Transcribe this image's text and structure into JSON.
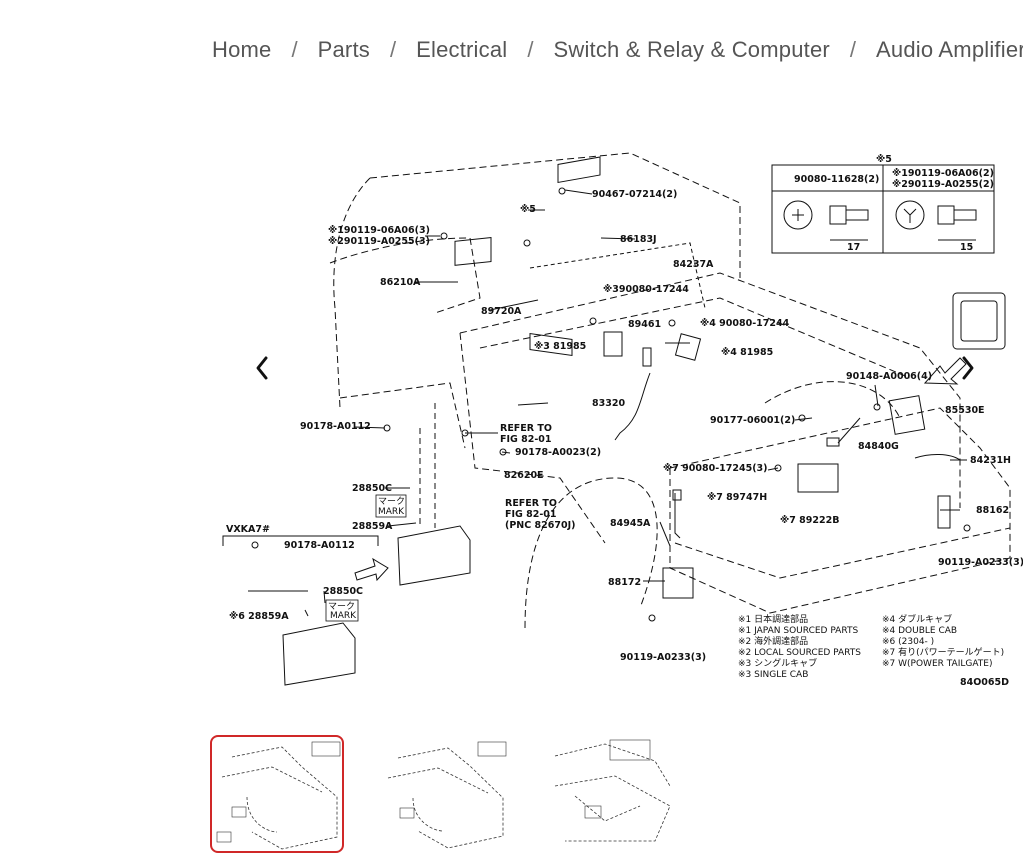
{
  "breadcrumb": {
    "items": [
      "Home",
      "Parts",
      "Electrical",
      "Switch & Relay & Computer",
      "Audio Amplifier"
    ],
    "separator": "/"
  },
  "diagram": {
    "diagram_code": "84O065D",
    "variant_label": "VXKA7#",
    "refer_to_1": [
      "REFER TO",
      "FIG 82-01"
    ],
    "refer_to_2": [
      "REFER TO",
      "FIG 82-01",
      "(PNC 82670J)"
    ],
    "mark_jp": "マーク",
    "mark_en": "MARK",
    "parts": {
      "p1": "90467-07214(2)",
      "p2": "※5",
      "p3": "86183J",
      "p4": "※190119-06A06(3)",
      "p5": "※290119-A0255(3)",
      "p6": "86210A",
      "p7": "89720A",
      "p8": "84237A",
      "p9": "※390080-17244",
      "p10": "89461",
      "p11": "※4 90080-17244",
      "p12": "※3 81985",
      "p13": "※4 81985",
      "p14": "83320",
      "p15": "90148-A0006(4)",
      "p16": "85530E",
      "p17": "90178-A0112",
      "p18": "90177-06001(2)",
      "p19": "84840G",
      "p20": "84231H",
      "p21": "90178-A0023(2)",
      "p22": "82620E",
      "p23": "※7 90080-17245(3)",
      "p24": "28850C",
      "p25": "※7 89747H",
      "p26": "28859A",
      "p27": "84945A",
      "p28": "※7 89222B",
      "p29": "88162",
      "p30": "90178-A0112",
      "p31": "90119-A0233(3)",
      "p32": "28850C",
      "p33": "88172",
      "p34": "※6 28859A",
      "p35": "90119-A0233(3)"
    },
    "inset": {
      "title": "※5",
      "left_label": "90080-11628(2)",
      "right_label_1": "※190119-06A06(2)",
      "right_label_2": "※290119-A0255(2)",
      "dim_left": "17",
      "dim_right": "15"
    },
    "legend_left": [
      "※1 日本調達部品",
      "※1 JAPAN SOURCED PARTS",
      "※2 海外調達部品",
      "※2 LOCAL SOURCED PARTS",
      "※3 シングルキャブ",
      "※3 SINGLE CAB"
    ],
    "legend_right": [
      "※4 ダブルキャブ",
      "※4 DOUBLE CAB",
      "※6 (2304-      )",
      "※7 有り(パワーテールゲート)",
      "※7 W(POWER TAILGATE)"
    ]
  },
  "icons": {
    "prev": "chevron-left-icon",
    "next": "chevron-right-icon"
  },
  "colors": {
    "active_thumb_border": "#d02828",
    "line": "#111111",
    "breadcrumb_text": "#555555"
  }
}
